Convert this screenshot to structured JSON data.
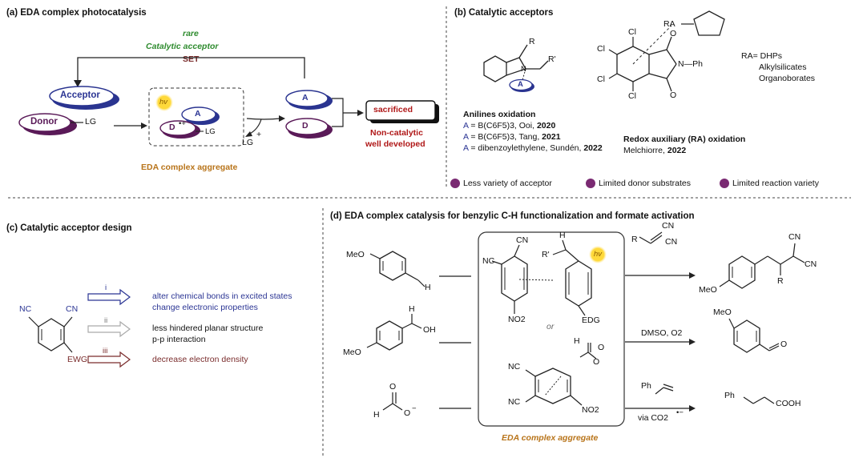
{
  "panel_a": {
    "title": "(a) EDA complex photocatalysis",
    "rare": "rare",
    "catalytic_acceptor": "Catalytic acceptor",
    "set": "SET",
    "acceptor": "Acceptor",
    "donor": "Donor",
    "lg": "LG",
    "hv": "hv",
    "a": "A",
    "d": "D",
    "lg_plus": "LG",
    "plus": "+",
    "sacrificed": "sacrificed",
    "noncatalytic_1": "Non-catalytic",
    "noncatalytic_2": "well developed",
    "aggregate": "EDA complex aggregate"
  },
  "panel_b": {
    "title": "(b) Catalytic acceptors",
    "r": "R",
    "rp": "R'",
    "a": "A",
    "n": "N",
    "anilines_title": "Anilines oxidation",
    "line1_a": "A",
    "line1_rest": " = B(C6F5)3, Ooi, ",
    "line1_year": "2020",
    "line2_a": "A",
    "line2_rest": " = B(C6F5)3, Tang, ",
    "line2_year": "2021",
    "line3_a": "A",
    "line3_rest": " = dibenzoylethylene, Sundén, ",
    "line3_year": "2022",
    "ra": "RA",
    "cl": "Cl",
    "o": "O",
    "nph": "N—Ph",
    "ra_eq": "RA= DHPs",
    "ra_l2": "Alkylsilicates",
    "ra_l3": "Organoborates",
    "redox_title": "Redox auxiliary (RA) oxidation",
    "melchiorre": "Melchiorre, ",
    "melchiorre_year": "2022"
  },
  "limits": [
    "Less variety of acceptor",
    "Limited donor substrates",
    "Limited reaction variety"
  ],
  "panel_c": {
    "title": "(c) Catalytic acceptor design",
    "nc": "NC",
    "cn": "CN",
    "ewg": "EWG",
    "i": "i",
    "ii": "ii",
    "iii": "iii",
    "i_l1": "alter chemical bonds in excited states",
    "i_l2": "change electronic properties",
    "ii_l1": "less hindered planar structure",
    "ii_l2": "p-p interaction",
    "iii_l1": "decrease electron density"
  },
  "panel_d": {
    "title": "(d) EDA complex catalysis for benzylic C-H functionalization and formate activation",
    "meo": "MeO",
    "h": "H",
    "oh": "OH",
    "o": "O",
    "ominus": "O",
    "nc": "NC",
    "cn": "CN",
    "no2": "NO2",
    "hv": "hv",
    "rp": "R'",
    "edg": "EDG",
    "or": "or",
    "r": "R",
    "dmso": "DMSO, O2",
    "ph": "Ph",
    "via": "via CO2",
    "cooh": "COOH",
    "aggregate": "EDA complex aggregate"
  }
}
